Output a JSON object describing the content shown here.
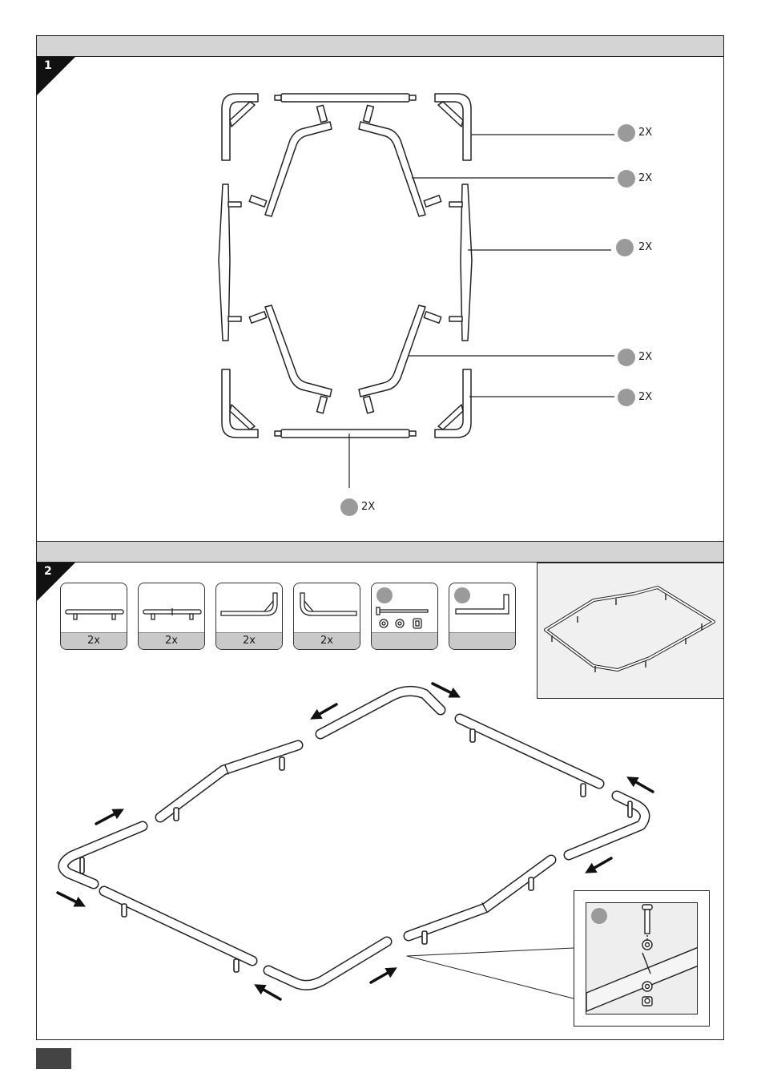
{
  "step1": {
    "number": "1",
    "quantities": [
      "2X",
      "2X",
      "2X",
      "2X",
      "2X",
      "2X"
    ],
    "bottom_quantity": "2X"
  },
  "step2": {
    "number": "2",
    "parts": [
      {
        "qty": "2x",
        "icon": "straight-tube-with-legs-icon"
      },
      {
        "qty": "2x",
        "icon": "straight-tube-joined-with-legs-icon"
      },
      {
        "qty": "2x",
        "icon": "corner-tube-right-icon"
      },
      {
        "qty": "2x",
        "icon": "corner-tube-left-icon"
      },
      {
        "qty": "",
        "icon": "bolt-washer-nut-set-icon"
      },
      {
        "qty": "",
        "icon": "allen-key-icon"
      }
    ]
  }
}
